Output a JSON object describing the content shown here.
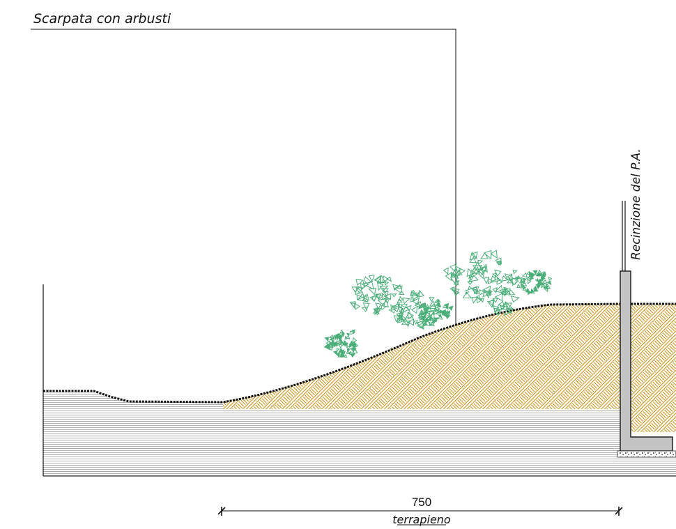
{
  "title": "Scarpata con arbusti",
  "fence_label": "Recinzione del P.A.",
  "dimension": {
    "value": "750",
    "label": "terrapieno"
  },
  "colors": {
    "line": "#111111",
    "embankment_hatch": "#c8951e",
    "shrub": "#4caf7a",
    "ground_hatch": "#9a9a9a",
    "wall_fill": "#c4c4c4",
    "wall_stroke": "#222222"
  }
}
